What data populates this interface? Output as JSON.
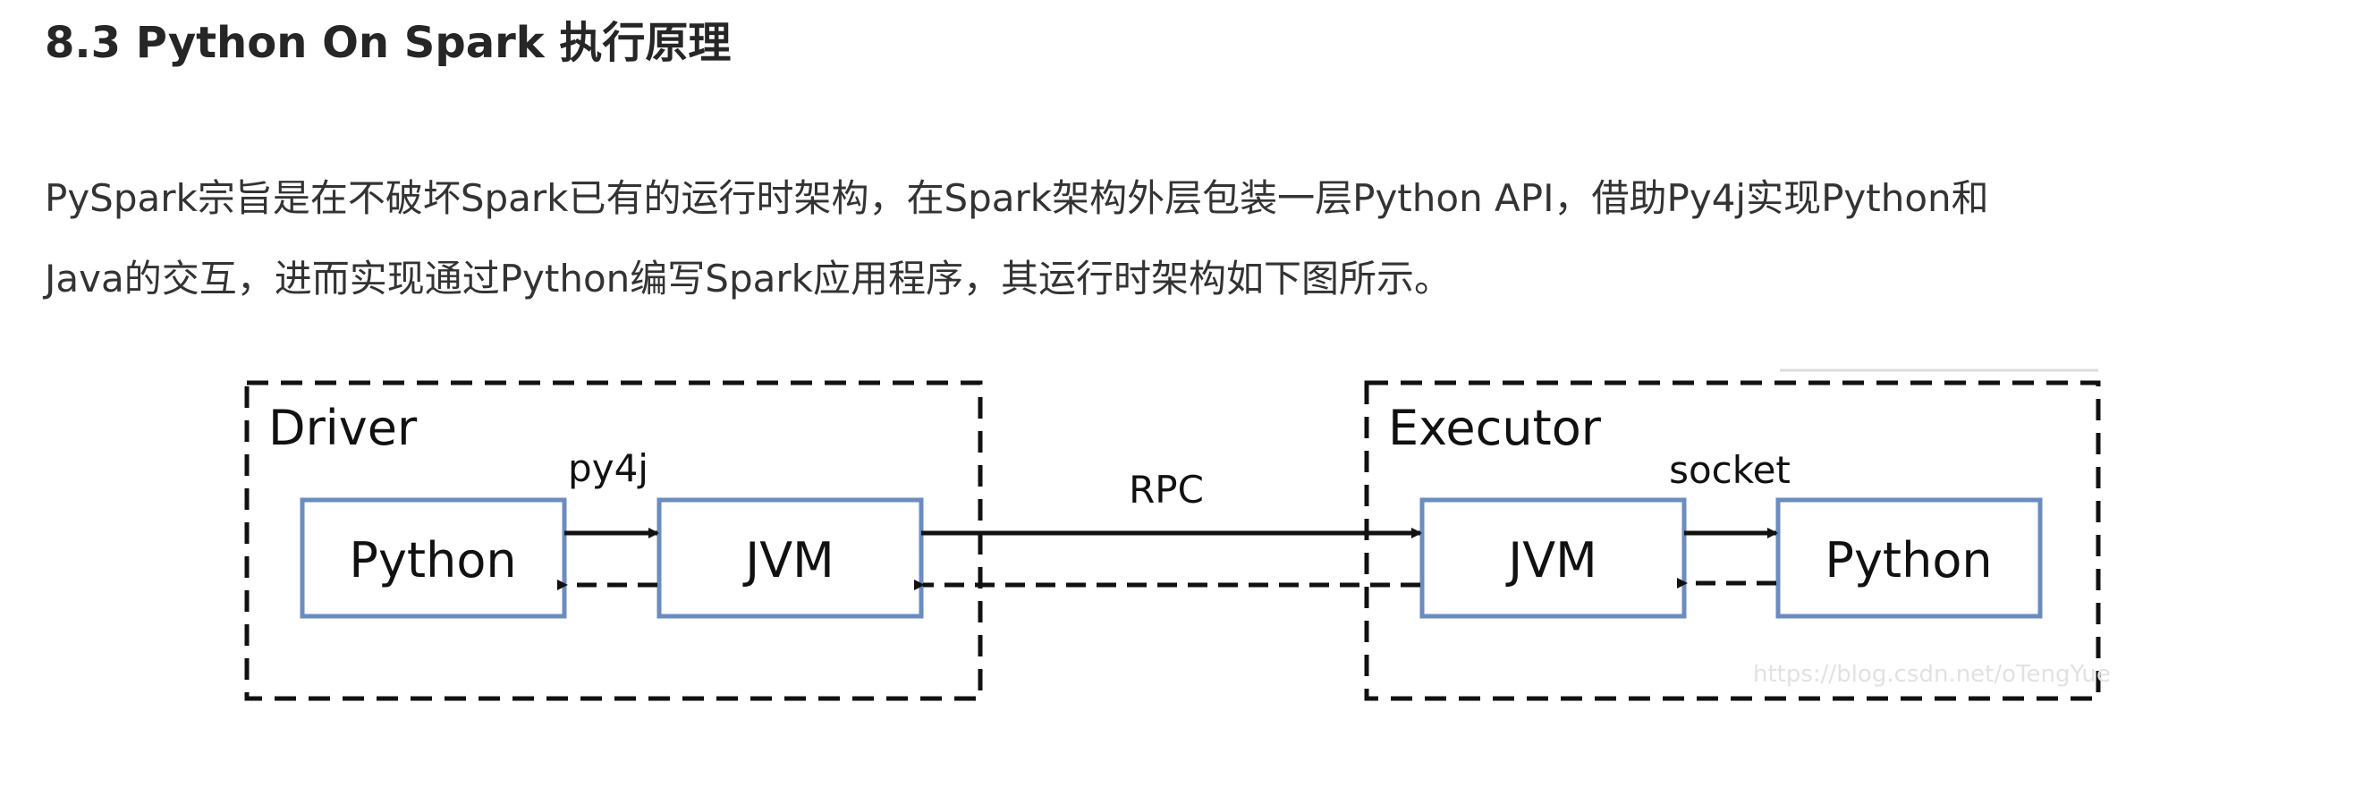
{
  "section": {
    "title": "8.3 Python On Spark 执行原理"
  },
  "intro": {
    "line1": "PySpark宗旨是在不破坏Spark已有的运行时架构，在Spark架构外层包装一层Python API，借助Py4j实现Python和",
    "line2": "Java的交互，进而实现通过Python编写Spark应用程序，其运行时架构如下图所示。"
  },
  "diagram": {
    "driver": {
      "label": "Driver",
      "python_box": "Python",
      "jvm_box": "JVM",
      "link_label": "py4j"
    },
    "executor": {
      "label": "Executor",
      "jvm_box": "JVM",
      "python_box": "Python",
      "link_label": "socket"
    },
    "rpc_label": "RPC",
    "watermark": "https://blog.csdn.net/oTengYue",
    "colors": {
      "box_border": "#6b8cbf",
      "dashed_border": "#111111",
      "arrow": "#111111"
    }
  }
}
